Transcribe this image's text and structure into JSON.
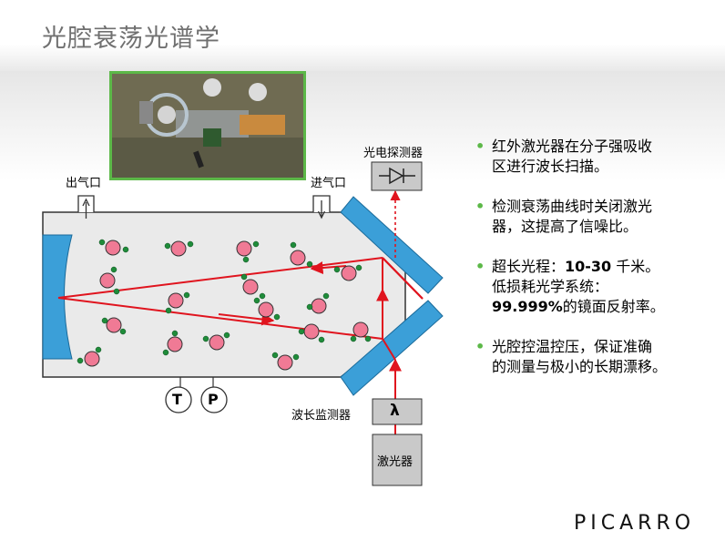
{
  "slide": {
    "title": "光腔衰荡光谱学"
  },
  "diagram": {
    "outlet_label": "出气口",
    "inlet_label": "进气口",
    "photodetector_label": "光电探测器",
    "wavelength_monitor_label": "波长监测器",
    "lambda_symbol": "λ",
    "laser_label": "激光器",
    "temp_symbol": "T",
    "pressure_symbol": "P"
  },
  "bullets": [
    {
      "lines": [
        {
          "text": "红外激光器在分子强吸收"
        },
        {
          "text": "区进行波长扫描。"
        }
      ]
    },
    {
      "lines": [
        {
          "text": "检测衰荡曲线时关闭激光"
        },
        {
          "text": "器，这提高了信噪比。"
        }
      ]
    },
    {
      "lines": [
        {
          "pre": "超长光程：",
          "bold": "10-30",
          "post": " 千米。"
        },
        {
          "text": "低损耗光学系统："
        },
        {
          "bold": "99.999%",
          "post": "的镜面反射率。"
        }
      ]
    },
    {
      "lines": [
        {
          "text": "光腔控温控压，保证准确"
        },
        {
          "text": "的测量与极小的长期漂移。"
        }
      ]
    }
  ],
  "colors": {
    "accent_green": "#5cb848",
    "laser_red": "#e0141e",
    "mirror_blue": "#3b9fd8",
    "molecule_pink": "#f07a95",
    "atom_green": "#1f8c3a"
  },
  "footer": {
    "logo": "PICARRO"
  }
}
